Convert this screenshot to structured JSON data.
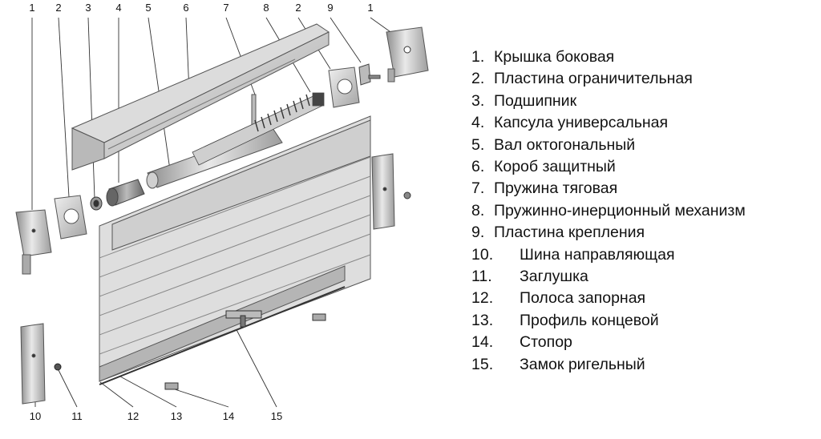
{
  "callouts": [
    {
      "num": "1"
    },
    {
      "num": "2"
    },
    {
      "num": "3"
    },
    {
      "num": "4"
    },
    {
      "num": "5"
    },
    {
      "num": "6"
    },
    {
      "num": "7"
    },
    {
      "num": "8"
    },
    {
      "num": "2"
    },
    {
      "num": "9"
    },
    {
      "num": "1"
    },
    {
      "num": "10"
    },
    {
      "num": "11"
    },
    {
      "num": "12"
    },
    {
      "num": "13"
    },
    {
      "num": "14"
    },
    {
      "num": "15"
    }
  ],
  "legend": [
    {
      "num": "1.",
      "label": "Крышка боковая"
    },
    {
      "num": "2.",
      "label": "Пластина ограничительная"
    },
    {
      "num": "3.",
      "label": "Подшипник"
    },
    {
      "num": "4.",
      "label": "Капсула универсальная"
    },
    {
      "num": "5.",
      "label": "Вал октогональный"
    },
    {
      "num": "6.",
      "label": "Короб защитный"
    },
    {
      "num": "7.",
      "label": "Пружина тяговая"
    },
    {
      "num": "8.",
      "label": "Пружинно-инерционный механизм"
    },
    {
      "num": "9.",
      "label": "Пластина крепления"
    },
    {
      "num": "10.",
      "label": "Шина направляющая"
    },
    {
      "num": "11.",
      "label": "Заглушка"
    },
    {
      "num": "12.",
      "label": "Полоса запорная"
    },
    {
      "num": "13.",
      "label": "Профиль концевой"
    },
    {
      "num": "14.",
      "label": "Стопор"
    },
    {
      "num": "15.",
      "label": "Замок ригельный"
    }
  ]
}
